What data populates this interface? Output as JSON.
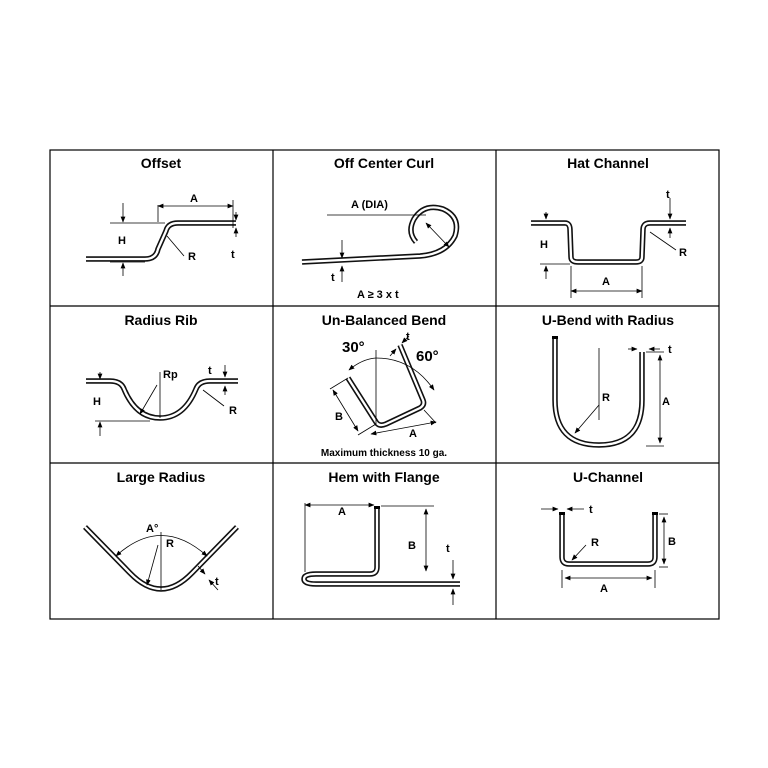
{
  "diagram": {
    "cells": [
      {
        "id": "offset",
        "title": "Offset",
        "labels": {
          "a": "A",
          "h": "H",
          "r": "R",
          "t": "t"
        }
      },
      {
        "id": "off-center-curl",
        "title": "Off Center Curl",
        "labels": {
          "a": "A  (DIA)",
          "t": "t",
          "formula": "A ≥ 3 x t"
        }
      },
      {
        "id": "hat-channel",
        "title": "Hat Channel",
        "labels": {
          "t": "t",
          "h": "H",
          "r": "R",
          "a": "A"
        }
      },
      {
        "id": "radius-rib",
        "title": "Radius Rib",
        "labels": {
          "rp": "Rp",
          "t": "t",
          "h": "H",
          "r": "R"
        }
      },
      {
        "id": "un-balanced-bend",
        "title": "Un-Balanced Bend",
        "labels": {
          "angle1": "30°",
          "angle2": "60°",
          "t": "t",
          "b": "B",
          "a": "A",
          "note": "Maximum thickness 10 ga."
        }
      },
      {
        "id": "u-bend-with-radius",
        "title": "U-Bend with Radius",
        "labels": {
          "t": "t",
          "r": "R",
          "a": "A"
        }
      },
      {
        "id": "large-radius",
        "title": "Large Radius",
        "labels": {
          "angle": "A°",
          "r": "R",
          "t": "t"
        }
      },
      {
        "id": "hem-with-flange",
        "title": "Hem with Flange",
        "labels": {
          "a": "A",
          "b": "B",
          "t": "t"
        }
      },
      {
        "id": "u-channel",
        "title": "U-Channel",
        "labels": {
          "t": "t",
          "r": "R",
          "b": "B",
          "a": "A"
        }
      }
    ]
  }
}
